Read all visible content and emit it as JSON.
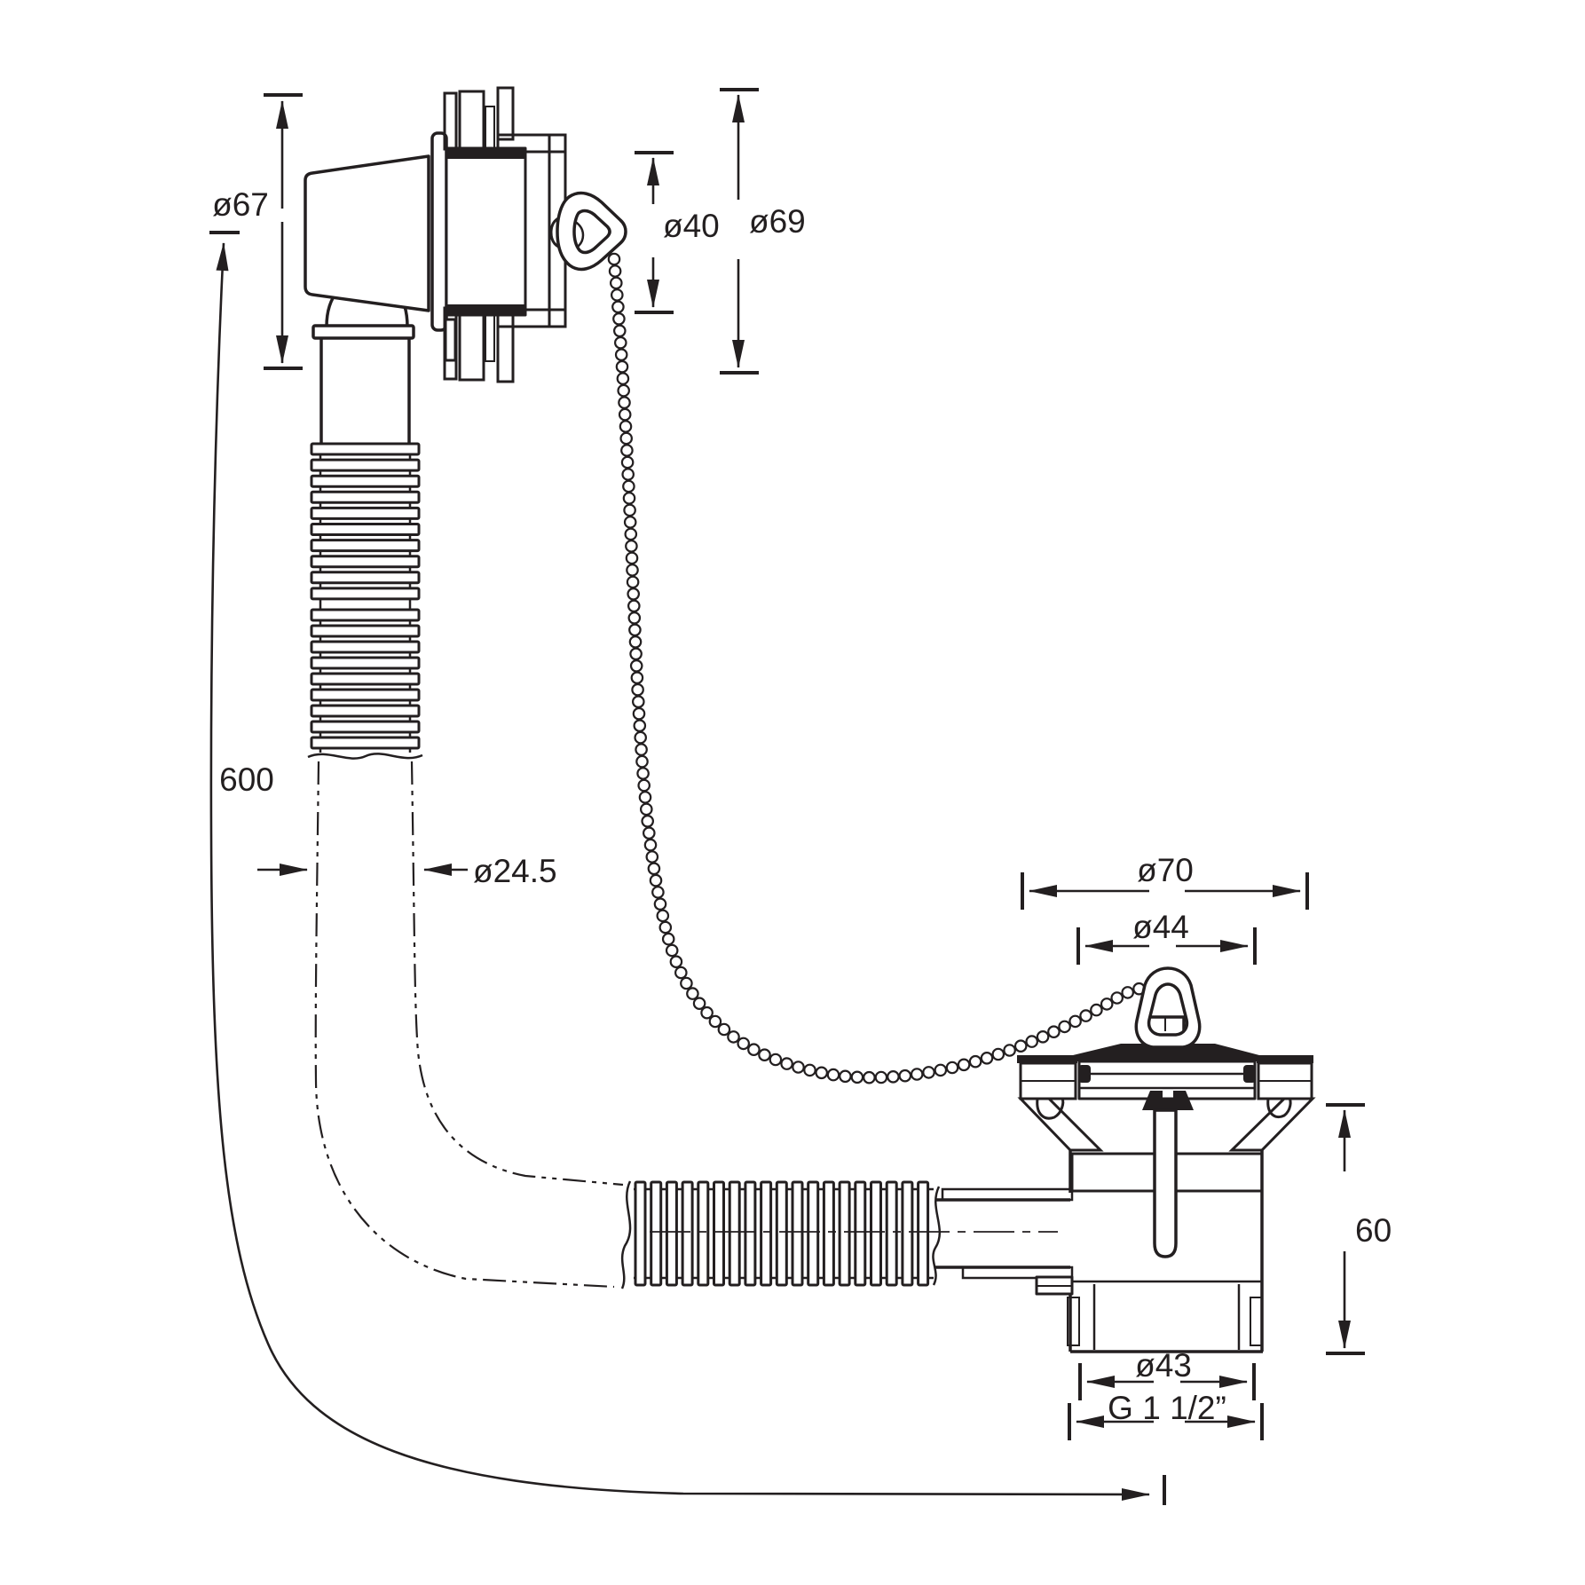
{
  "diagram": {
    "dimensions": {
      "d67": "ø67",
      "d600": "600",
      "d24_5": "ø24.5",
      "d40": "ø40",
      "d69": "ø69",
      "d70": "ø70",
      "d44": "ø44",
      "d60": "60",
      "d43": "ø43",
      "dG": "G 1 1/2”"
    },
    "colors": {
      "ink": "#231f20",
      "bg": "#ffffff"
    }
  }
}
